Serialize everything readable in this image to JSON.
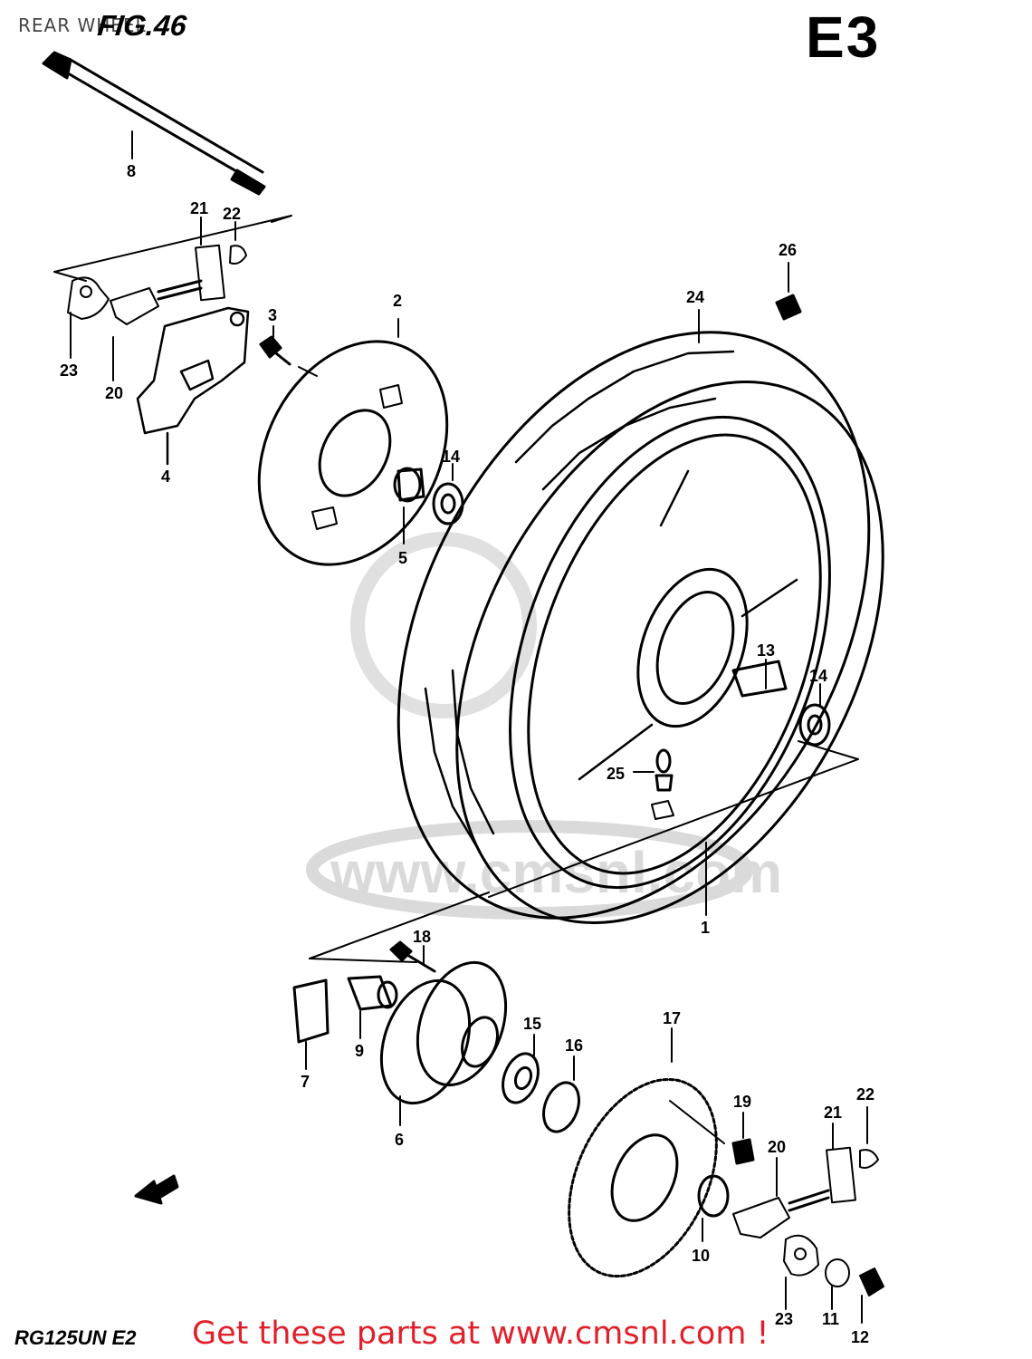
{
  "header": {
    "title": "REAR WHEEL",
    "figure": "FIG.46",
    "region": "E3"
  },
  "footer": {
    "model": "RG125UN E2",
    "promo": "Get these parts at www.cmsnl.com !"
  },
  "watermark": {
    "text": "www.cmsnl.com"
  },
  "callouts": {
    "c1": "1",
    "c2": "2",
    "c3": "3",
    "c4": "4",
    "c5": "5",
    "c6": "6",
    "c7": "7",
    "c8": "8",
    "c9": "9",
    "c10": "10",
    "c11": "11",
    "c12": "12",
    "c13": "13",
    "c14a": "14",
    "c14b": "14",
    "c15": "15",
    "c16": "16",
    "c17": "17",
    "c18": "18",
    "c19": "19",
    "c20a": "20",
    "c20b": "20",
    "c21a": "21",
    "c21b": "21",
    "c22a": "22",
    "c22b": "22",
    "c23a": "23",
    "c23b": "23",
    "c24": "24",
    "c25": "25",
    "c26": "26"
  },
  "colors": {
    "ink": "#000000",
    "promo": "#e0202a",
    "watermark": "#d6d6d6"
  }
}
